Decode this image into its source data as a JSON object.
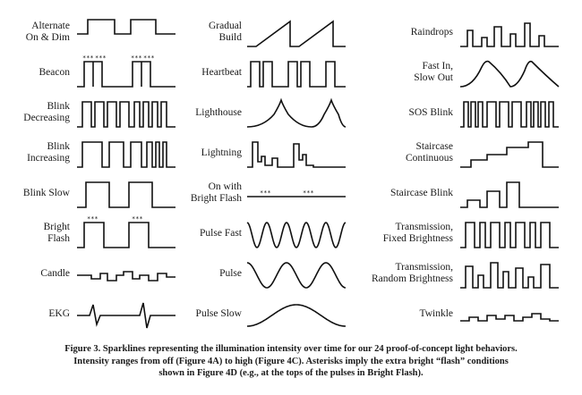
{
  "columns": [
    [
      {
        "label": "Alternate\nOn & Dim",
        "shape": "alternate"
      },
      {
        "label": "Beacon",
        "shape": "beacon",
        "mark": "***"
      },
      {
        "label": "Blink\nDecreasing",
        "shape": "blinkDecreasing"
      },
      {
        "label": "Blink\nIncreasing",
        "shape": "blinkIncreasing"
      },
      {
        "label": "Blink Slow",
        "shape": "blinkSlow"
      },
      {
        "label": "Bright\nFlash",
        "shape": "brightFlash",
        "mark": "***"
      },
      {
        "label": "Candle",
        "shape": "candle"
      },
      {
        "label": "EKG",
        "shape": "ekg"
      }
    ],
    [
      {
        "label": "Gradual\nBuild",
        "shape": "gradualBuild"
      },
      {
        "label": "Heartbeat",
        "shape": "heartbeat"
      },
      {
        "label": "Lighthouse",
        "shape": "lighthouse"
      },
      {
        "label": "Lightning",
        "shape": "lightning"
      },
      {
        "label": "On with\nBright Flash",
        "shape": "onWithFlash",
        "mark": "***"
      },
      {
        "label": "Pulse Fast",
        "shape": "pulseFast"
      },
      {
        "label": "Pulse",
        "shape": "pulse"
      },
      {
        "label": "Pulse Slow",
        "shape": "pulseSlow"
      }
    ],
    [
      {
        "label": "Raindrops",
        "shape": "raindrops"
      },
      {
        "label": "Fast In,\nSlow Out",
        "shape": "fastInSlowOut"
      },
      {
        "label": "SOS Blink",
        "shape": "sos"
      },
      {
        "label": "Staircase\nContinuous",
        "shape": "staircaseCont"
      },
      {
        "label": "Staircase Blink",
        "shape": "staircaseBlink"
      },
      {
        "label": "Transmission,\nFixed Brightness",
        "shape": "transFixed"
      },
      {
        "label": "Transmission,\nRandom Brightness",
        "shape": "transRandom"
      },
      {
        "label": "Twinkle",
        "shape": "twinkle"
      }
    ]
  ],
  "caption": {
    "line1": "Figure 3. Sparklines representing the illumination intensity over time for our 24 proof-of-concept light behaviors.",
    "line2": "Intensity ranges from off (Figure 4A) to high (Figure 4C). Asterisks imply the extra bright “flash” conditions",
    "line3": "shown in Figure 4D (e.g., at the tops of the pulses in Bright Flash)."
  }
}
